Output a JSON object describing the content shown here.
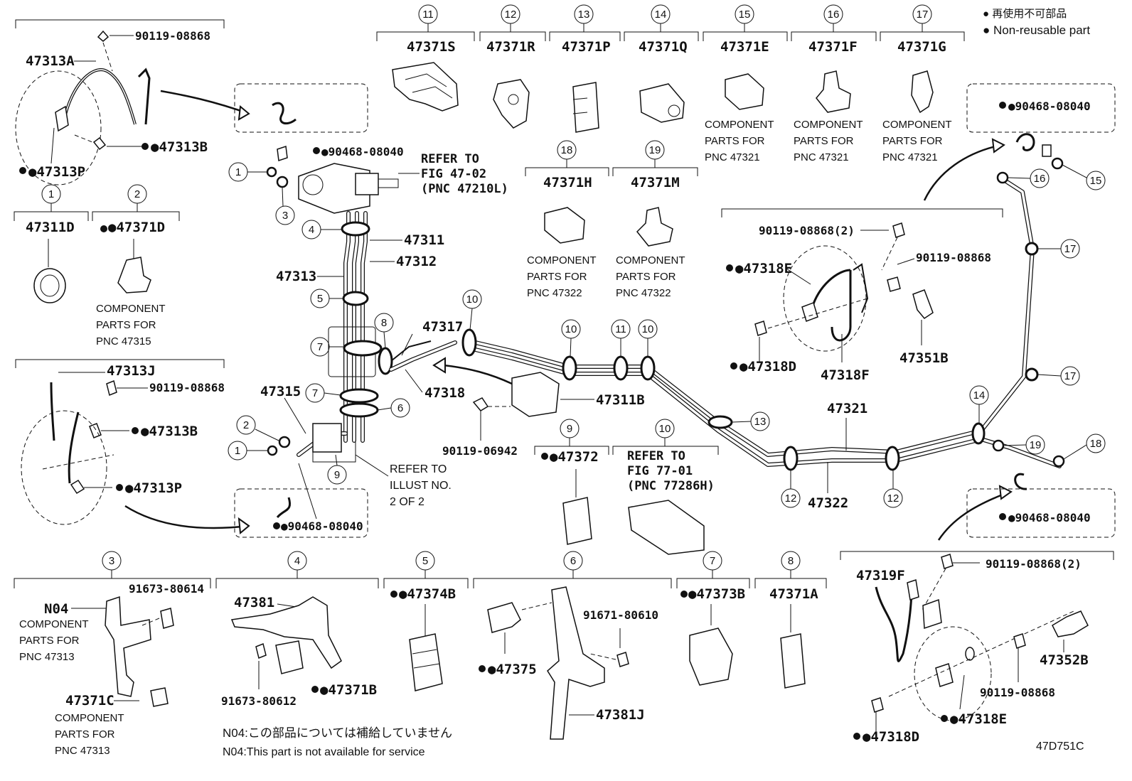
{
  "legend": {
    "line_ja": "● 再使用不可部品",
    "line_en": "● Non-reusable part"
  },
  "header_groups": [
    {
      "num": "11",
      "part": "47371S"
    },
    {
      "num": "12",
      "part": "47371R"
    },
    {
      "num": "13",
      "part": "47371P"
    },
    {
      "num": "14",
      "part": "47371Q"
    },
    {
      "num": "15",
      "part": "47371E",
      "note": [
        "COMPONENT",
        "PARTS FOR",
        "PNC 47321"
      ]
    },
    {
      "num": "16",
      "part": "47371F",
      "note": [
        "COMPONENT",
        "PARTS FOR",
        "PNC 47321"
      ]
    },
    {
      "num": "17",
      "part": "47371G",
      "note": [
        "COMPONENT",
        "PARTS FOR",
        "PNC 47321"
      ]
    }
  ],
  "mid_groups": [
    {
      "num": "18",
      "part": "47371H",
      "note": [
        "COMPONENT",
        "PARTS FOR",
        "PNC 47322"
      ]
    },
    {
      "num": "19",
      "part": "47371M",
      "note": [
        "COMPONENT",
        "PARTS FOR",
        "PNC 47322"
      ]
    }
  ],
  "left_groups": [
    {
      "num": "1",
      "part": "47311D"
    },
    {
      "num": "2",
      "part": "●47371D",
      "note": [
        "COMPONENT",
        "PARTS FOR",
        "PNC 47315"
      ]
    }
  ],
  "top_left": {
    "bolt": "90119-08868",
    "hose": "47313A",
    "clip": "●47313B",
    "pin": "●47313P"
  },
  "mid_left": {
    "hose": "47313J",
    "bolt": "90119-08868",
    "clip": "●47313B",
    "pin": "●47313P"
  },
  "center": {
    "clip_top": "●90468-08040",
    "refer_a": [
      "REFER TO",
      "FIG 47-02",
      "(PNC 47210L)"
    ],
    "p47311": "47311",
    "p47312": "47312",
    "p47313": "47313",
    "p47317": "47317",
    "p47318": "47318",
    "p47315": "47315",
    "p47311b": "47311B",
    "bolt_06942": "90119-06942",
    "refer_b": [
      "REFER TO",
      "ILLUST NO.",
      "2 OF 2"
    ],
    "clip_bottom": "●90468-08040"
  },
  "right": {
    "clip_top": "●90468-08040",
    "bolt_2": "90119-08868(2)",
    "bolt": "90119-08868",
    "p47318e": "●47318E",
    "p47318d": "●47318D",
    "p47318f": "47318F",
    "p47351b": "47351B",
    "p47321": "47321",
    "p47322": "47322",
    "clip_bottom": "●90468-08040"
  },
  "bottom_right": {
    "p47319f": "47319F",
    "bolt_2": "90119-08868(2)",
    "p47352b": "47352B",
    "bolt": "90119-08868",
    "p47318d": "●47318D",
    "p47318e": "●47318E"
  },
  "bottom_groups": {
    "g3": {
      "num": "3",
      "bolt": "91673-80614",
      "n04": "N04",
      "note1": [
        "COMPONENT",
        "PARTS FOR",
        "PNC 47313"
      ],
      "clip": "47371C",
      "note2": [
        "COMPONENT",
        "PARTS FOR",
        "PNC 47313"
      ]
    },
    "g4": {
      "num": "4",
      "bracket": "47381",
      "bolt": "91673-80612",
      "clip": "●47371B"
    },
    "g5": {
      "num": "5",
      "part": "●47374B"
    },
    "g6": {
      "num": "6",
      "bolt": "91671-80610",
      "clamp": "●47375",
      "bracket": "47381J"
    },
    "g7": {
      "num": "7",
      "part": "●47373B"
    },
    "g8": {
      "num": "8",
      "part": "47371A"
    },
    "g9": {
      "num": "9",
      "part": "●47372"
    },
    "g10": {
      "num": "10",
      "refer": [
        "REFER TO",
        "FIG 77-01",
        "(PNC 77286H)"
      ]
    }
  },
  "notes": {
    "n04_ja": "N04:この部品については補給していません",
    "n04_en": "N04:This part is not available for service",
    "code": "47D751C"
  },
  "callouts": [
    "1",
    "2",
    "3",
    "4",
    "5",
    "6",
    "7",
    "8",
    "9",
    "10",
    "11",
    "12",
    "13",
    "14",
    "15",
    "16",
    "17",
    "18",
    "19"
  ]
}
